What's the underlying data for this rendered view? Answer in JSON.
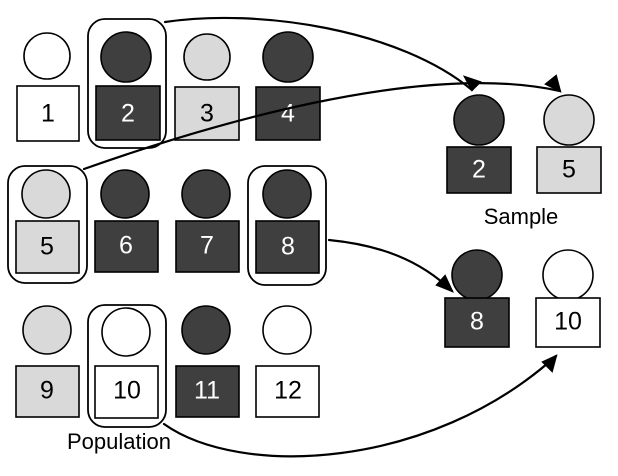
{
  "diagram": {
    "title_labels": {
      "population": "Population",
      "sample": "Sample"
    },
    "colors": {
      "dark": "#3f3f3f",
      "light_gray": "#d9d9d9",
      "white": "#ffffff",
      "outline": "#000000",
      "dark_text": "#ffffff",
      "light_text": "#000000"
    },
    "population_units": [
      {
        "label": "1",
        "fill": "white",
        "selected": false
      },
      {
        "label": "2",
        "fill": "dark",
        "selected": true
      },
      {
        "label": "3",
        "fill": "light_gray",
        "selected": false
      },
      {
        "label": "4",
        "fill": "dark",
        "selected": false
      },
      {
        "label": "5",
        "fill": "light_gray",
        "selected": true
      },
      {
        "label": "6",
        "fill": "dark",
        "selected": false
      },
      {
        "label": "7",
        "fill": "dark",
        "selected": false
      },
      {
        "label": "8",
        "fill": "dark",
        "selected": true
      },
      {
        "label": "9",
        "fill": "light_gray",
        "selected": false
      },
      {
        "label": "10",
        "fill": "white",
        "selected": true
      },
      {
        "label": "11",
        "fill": "dark",
        "selected": false
      },
      {
        "label": "12",
        "fill": "white",
        "selected": false
      }
    ],
    "sample_units": [
      {
        "label": "2",
        "fill": "dark"
      },
      {
        "label": "5",
        "fill": "light_gray"
      },
      {
        "label": "8",
        "fill": "dark"
      },
      {
        "label": "10",
        "fill": "white"
      }
    ],
    "arrows": [
      {
        "from": "2",
        "to": "2"
      },
      {
        "from": "5",
        "to": "5"
      },
      {
        "from": "8",
        "to": "8"
      },
      {
        "from": "10",
        "to": "10"
      }
    ]
  }
}
